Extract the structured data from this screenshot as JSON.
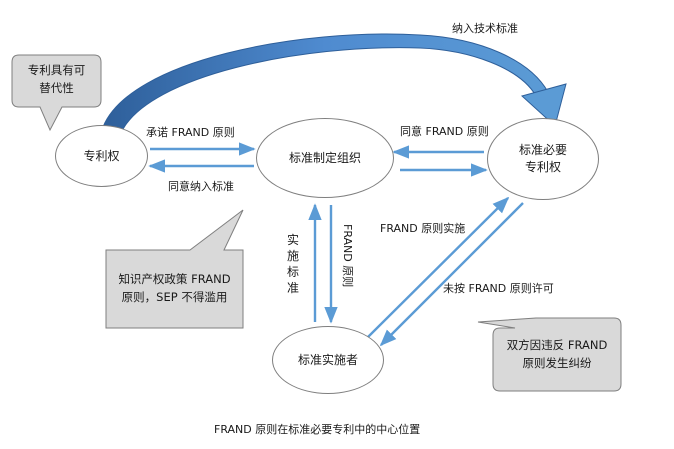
{
  "nodes": {
    "patent": "专利权",
    "sdo": "标准制定组织",
    "sep_line1": "标准必要",
    "sep_line2": "专利权",
    "implementer": "标准实施者"
  },
  "edges": {
    "top_curve": "纳入技术标准",
    "promise_frand": "承诺 FRAND 原则",
    "agree_include": "同意纳入标准",
    "agree_frand": "同意 FRAND 原则",
    "implement_standard": "实施标准",
    "frand_rule": "FRAND 原则",
    "frand_implement": "FRAND 原则实施",
    "not_frand_license": "未按 FRAND 原则许可"
  },
  "callouts": {
    "substitutable_line1": "专利具有可",
    "substitutable_line2": "替代性",
    "ip_policy_line1": "知识产权政策 FRAND",
    "ip_policy_line2": "原则，SEP 不得滥用",
    "dispute_line1": "双方因违反 FRAND",
    "dispute_line2": "原则发生纠纷"
  },
  "caption": "FRAND 原则在标准必要专利中的中心位置",
  "colors": {
    "arrow": "#5b9bd5",
    "arrow_dark": "#2e5f9a",
    "callout_fill": "#d9d9d9",
    "callout_stroke": "#7f7f7f",
    "node_stroke": "#7f7f7f"
  }
}
